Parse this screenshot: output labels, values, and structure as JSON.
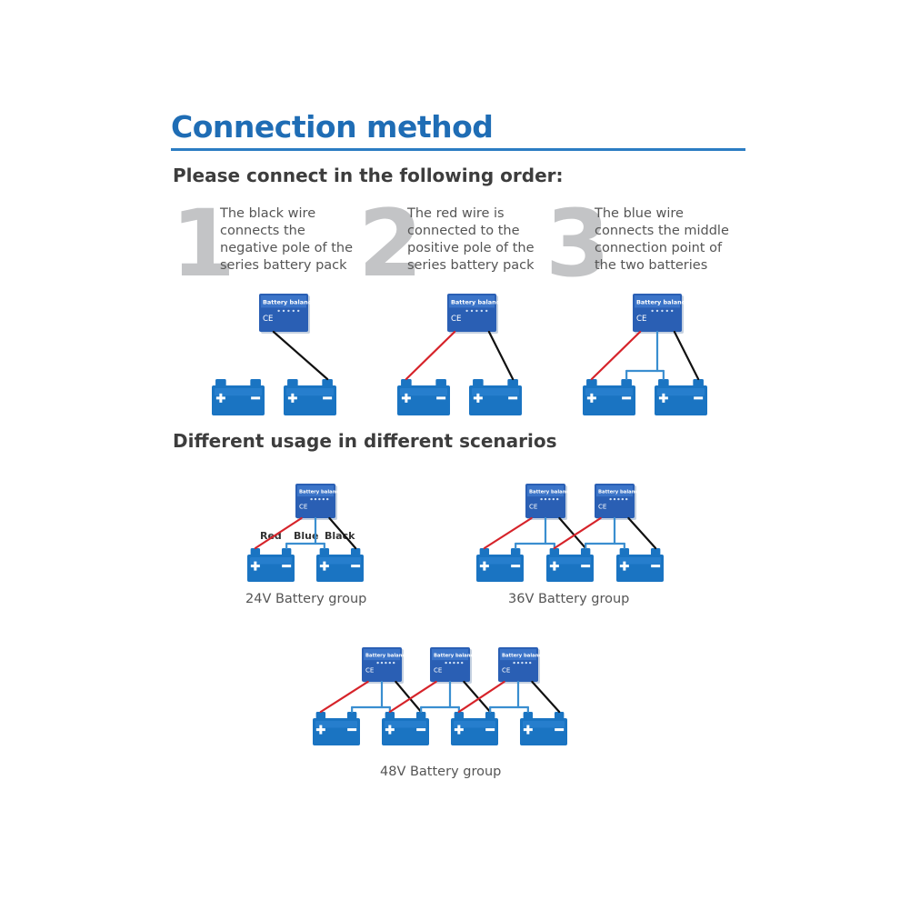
{
  "title": "Connection method",
  "order_heading": "Please connect in the following order:",
  "steps": [
    {
      "num": "1",
      "text": "The black wire connects the negative pole of the series battery pack"
    },
    {
      "num": "2",
      "text": "The red wire is connected to the positive pole of the series battery pack"
    },
    {
      "num": "3",
      "text": "The blue wire connects the middle connection point of the two batteries"
    }
  ],
  "scenarios_heading": "Different usage in different scenarios",
  "device_label": "Battery balancer",
  "device_mark": "CE",
  "wire_labels": {
    "red": "Red",
    "blue": "Blue",
    "black": "Black"
  },
  "groups": [
    {
      "label": "24V Battery group"
    },
    {
      "label": "36V Battery group"
    },
    {
      "label": "48V Battery group"
    }
  ],
  "colors": {
    "brand_blue": "#1f6db5",
    "battery_blue": "#1a74c2",
    "red_wire": "#d6232a",
    "blue_wire": "#3a8ed0",
    "black_wire": "#111111"
  }
}
